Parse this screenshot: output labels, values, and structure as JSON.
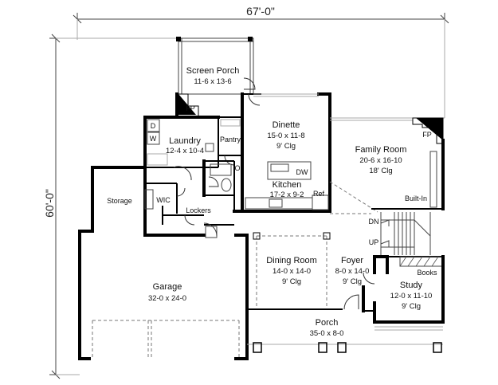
{
  "dimensions": {
    "width_label": "67'-0\"",
    "height_label": "60'-0\""
  },
  "rooms": [
    {
      "name": "Screen Porch",
      "size": "11-6 x 13-6",
      "ceiling": ""
    },
    {
      "name": "Dinette",
      "size": "15-0 x 11-8",
      "ceiling": "9' Clg"
    },
    {
      "name": "Family Room",
      "size": "20-6 x 16-10",
      "ceiling": "18' Clg"
    },
    {
      "name": "Laundry",
      "size": "12-4 x 10-4",
      "ceiling": ""
    },
    {
      "name": "Kitchen",
      "size": "17-2 x 9-2",
      "ceiling": ""
    },
    {
      "name": "Dining Room",
      "size": "14-0 x 14-0",
      "ceiling": "9' Clg"
    },
    {
      "name": "Foyer",
      "size": "8-0 x 14-0",
      "ceiling": "9' Clg"
    },
    {
      "name": "Study",
      "size": "12-0 x 11-10",
      "ceiling": "9' Clg"
    },
    {
      "name": "Garage",
      "size": "32-0 x 24-0",
      "ceiling": ""
    },
    {
      "name": "Porch",
      "size": "35-0 x 8-0",
      "ceiling": ""
    }
  ],
  "labels": {
    "storage": "Storage",
    "wic": "WIC",
    "lockers": "Lockers",
    "pantry": "Pantry",
    "fp": "FP",
    "dryer": "D",
    "washer": "W",
    "dw": "DW",
    "ref": "Ref",
    "built_in": "Built-In",
    "books": "Books",
    "stair_down": "DN",
    "stair_up": "UP",
    "sink_o": "O"
  },
  "colors": {
    "wall": "#000000",
    "background": "#ffffff"
  }
}
